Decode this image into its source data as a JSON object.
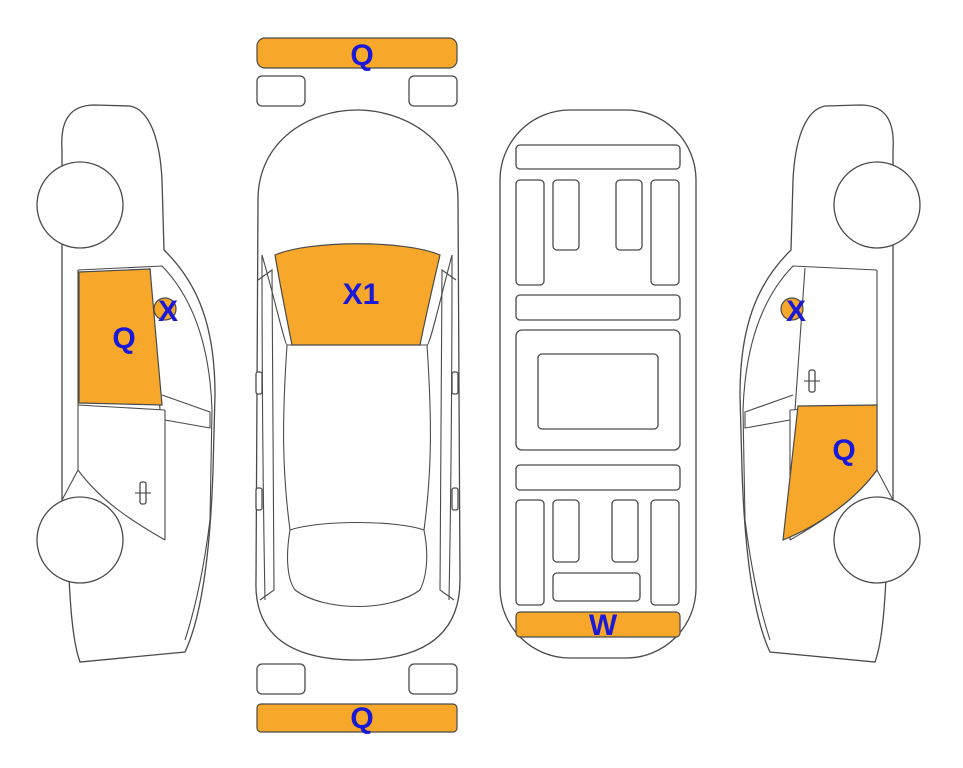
{
  "colors": {
    "damage_fill": "#f7a82a",
    "label_text": "#1a1ad6",
    "outline": "#4a4a4a"
  },
  "markers": {
    "front_bumper": "Q",
    "windshield": "X1",
    "rear_bumper": "Q",
    "roof_rear_panel": "W",
    "left_front_door": "Q",
    "left_mirror": "X",
    "right_mirror": "X",
    "right_rear_door": "Q"
  }
}
